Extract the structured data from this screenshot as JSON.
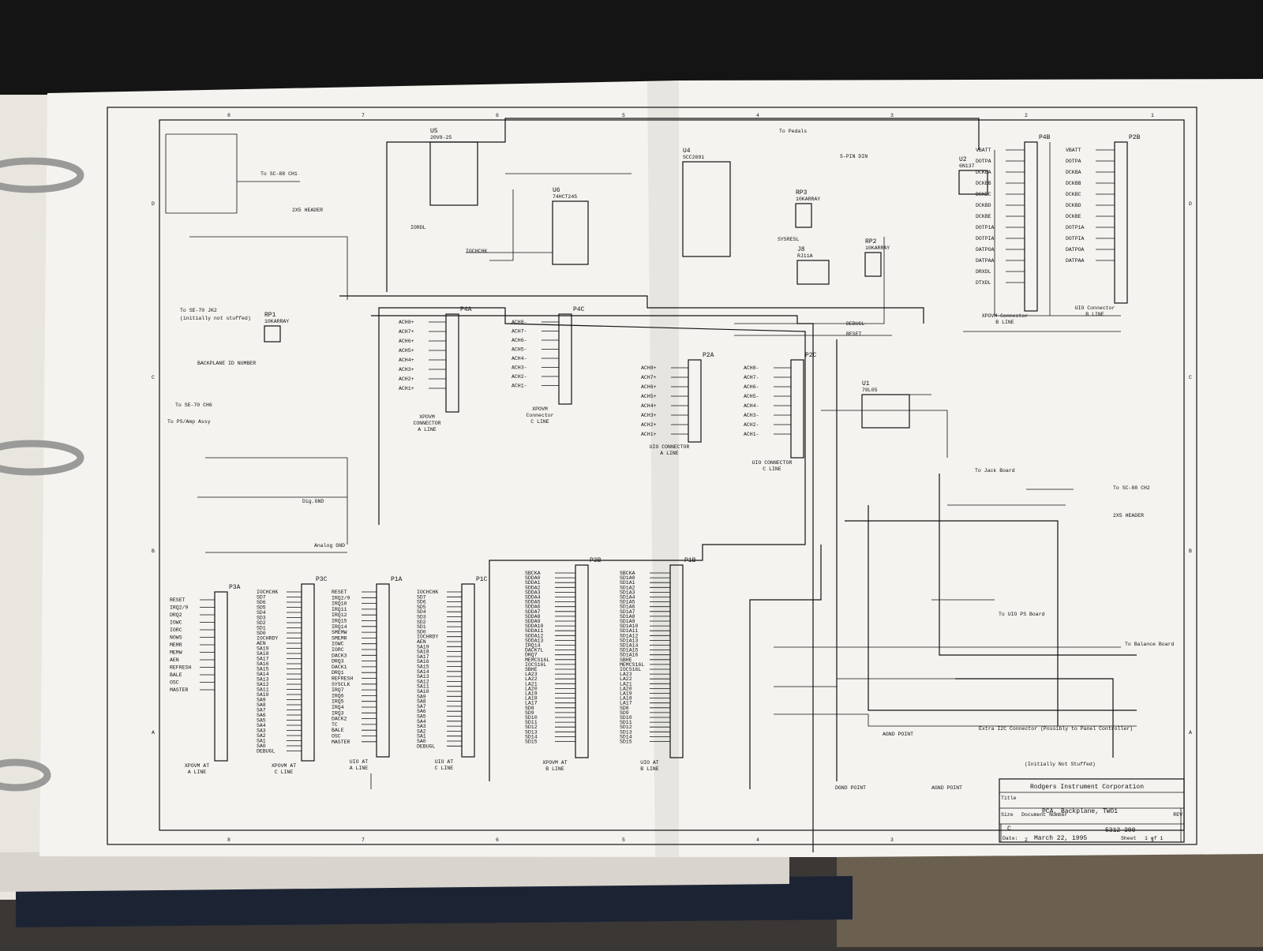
{
  "title_block": {
    "company": "Rodgers Instrument Corporation",
    "title_label": "Title",
    "title": "PCA, Backplane, TWO1",
    "size_label": "Size",
    "size": "C",
    "docnum_label": "Document Number",
    "docnum": "5312-300",
    "rev_label": "REV",
    "date_label": "Date:",
    "date": "March 22, 1995",
    "sheet_label": "Sheet",
    "sheet": "1  of  1"
  },
  "border": {
    "top_zones": [
      "8",
      "7",
      "6",
      "5",
      "4",
      "3",
      "2",
      "1"
    ],
    "side_zones": [
      "D",
      "C",
      "B",
      "A"
    ]
  },
  "connectors": [
    {
      "ref": "P3A",
      "caption": "XPOVM AT\nA LINE",
      "pins": [
        "RESET",
        "IRQ2/9",
        "DRQ2",
        "IOWC",
        "IORC",
        "NOWS",
        "MEMR",
        "MEMW",
        "AEN",
        "REFRESH",
        "BALE",
        "OSC",
        "MASTER"
      ]
    },
    {
      "ref": "P3C",
      "caption": "XPOVM AT\nC LINE",
      "pins": [
        "IOCHCHK",
        "SD7",
        "SD6",
        "SD5",
        "SD4",
        "SD3",
        "SD2",
        "SD1",
        "SD0",
        "IOCHRDY",
        "AEN",
        "SA19",
        "SA18",
        "SA17",
        "SA16",
        "SA15",
        "SA14",
        "SA13",
        "SA12",
        "SA11",
        "SA10",
        "SA9",
        "SA8",
        "SA7",
        "SA6",
        "SA5",
        "SA4",
        "SA3",
        "SA2",
        "SA1",
        "SA0",
        "DEBUGL"
      ]
    },
    {
      "ref": "P1A",
      "caption": "UIO AT\nA LINE",
      "pins": [
        "RESET",
        "IRQ2/9",
        "IRQ10",
        "IRQ11",
        "IRQ12",
        "IRQ15",
        "IRQ14",
        "SMEMW",
        "SMEMR",
        "IOWC",
        "IORC",
        "DACK3",
        "DRQ3",
        "DACK1",
        "DRQ1",
        "REFRESH",
        "SYSCLK",
        "IRQ7",
        "IRQ6",
        "IRQ5",
        "IRQ4",
        "IRQ3",
        "DACK2",
        "TC",
        "BALE",
        "OSC",
        "MASTER"
      ]
    },
    {
      "ref": "P1C",
      "caption": "UIO AT\nC LINE",
      "pins": [
        "IOCHCHK",
        "SD7",
        "SD6",
        "SD5",
        "SD4",
        "SD3",
        "SD2",
        "SD1",
        "SD0",
        "IOCHRDY",
        "AEN",
        "SA19",
        "SA18",
        "SA17",
        "SA16",
        "SA15",
        "SA14",
        "SA13",
        "SA12",
        "SA11",
        "SA10",
        "SA9",
        "SA8",
        "SA7",
        "SA6",
        "SA5",
        "SA4",
        "SA3",
        "SA2",
        "SA1",
        "SA0",
        "DEBUGL"
      ]
    },
    {
      "ref": "P3B",
      "caption": "XPOVM AT\nB LINE",
      "pins": [
        "SBCKA",
        "SDDA0",
        "SDDA1",
        "SDDA2",
        "SDDA3",
        "SDDA4",
        "SDDA5",
        "SDDA6",
        "SDDA7",
        "SDDA8",
        "SDDA9",
        "SDDA10",
        "SDDA11",
        "SDDA12",
        "SDDA13",
        "IRQ14",
        "DACK7L",
        "DRQ7",
        "MEMCS16L",
        "IOCS16L",
        "SBHE",
        "LA23",
        "LA22",
        "LA21",
        "LA20",
        "LA19",
        "LA18",
        "LA17",
        "SD8",
        "SD9",
        "SD10",
        "SD11",
        "SD12",
        "SD13",
        "SD14",
        "SD15"
      ]
    },
    {
      "ref": "P1B",
      "caption": "UIO AT\nB LINE",
      "pins": [
        "SBCKA",
        "SD1A0",
        "SD1A1",
        "SD1A2",
        "SD1A3",
        "SD1A4",
        "SD1A5",
        "SD1A6",
        "SD1A7",
        "SD1A8",
        "SD1A9",
        "SD1A10",
        "SD1A11",
        "SD1A12",
        "SD1A13",
        "SD1A14",
        "SD1A15",
        "SD1A16",
        "SBHE",
        "MEMCS16L",
        "IOCS16L",
        "LA23",
        "LA22",
        "LA21",
        "LA20",
        "LA19",
        "LA18",
        "LA17",
        "SD8",
        "SD9",
        "SD10",
        "SD11",
        "SD12",
        "SD13",
        "SD14",
        "SD15"
      ]
    },
    {
      "ref": "P4A",
      "caption": "XPOVM\nCONNECTOR\nA LINE",
      "pins": [
        "ACH8+",
        "ACH7+",
        "ACH6+",
        "ACH5+",
        "ACH4+",
        "ACH3+",
        "ACH2+",
        "ACH1+"
      ]
    },
    {
      "ref": "P4C",
      "caption": "XPOVM\nConnector\nC LINE",
      "pins": [
        "ACH8-",
        "ACH7-",
        "ACH6-",
        "ACH5-",
        "ACH4-",
        "ACH3-",
        "ACH2-",
        "ACH1-"
      ]
    },
    {
      "ref": "P2A",
      "caption": "UIO CONNECTOR\nA LINE",
      "pins": [
        "ACH8+",
        "ACH7+",
        "ACH6+",
        "ACH5+",
        "ACH4+",
        "ACH3+",
        "ACH2+",
        "ACH1+"
      ]
    },
    {
      "ref": "P2C",
      "caption": "UIO CONNECTOR\nC LINE",
      "pins": [
        "ACH8-",
        "ACH7-",
        "ACH6-",
        "ACH5-",
        "ACH4-",
        "ACH3-",
        "ACH2-",
        "ACH1-"
      ]
    },
    {
      "ref": "P4B",
      "caption": "XPOVM Connector\nB LINE",
      "pins": [
        "VBATT",
        "DOTPA",
        "DCKBA",
        "DCKBB",
        "DCKBC",
        "DCKBD",
        "DCKBE",
        "DOTP1A",
        "DOTPIA",
        "DATPOA",
        "DATPAA",
        "DRXDL",
        "DTXDL"
      ]
    },
    {
      "ref": "P2B",
      "caption": "UIO Connector\nB LINE",
      "pins": [
        "VBATT",
        "DOTPA",
        "DCKBA",
        "DCKBB",
        "DCKBC",
        "DCKBD",
        "DCKBE",
        "DOTP1A",
        "DOTPIA",
        "DATPOA",
        "DATPAA"
      ]
    }
  ],
  "chips": [
    {
      "ref": "U5",
      "part": "20V8-25"
    },
    {
      "ref": "U6",
      "part": "74HCT245"
    },
    {
      "ref": "U4",
      "part": "SCC2691"
    },
    {
      "ref": "U1",
      "part": "78L05"
    },
    {
      "ref": "U2",
      "part": "6N137"
    },
    {
      "ref": "RP3",
      "part": "10KARRAY"
    },
    {
      "ref": "RP2",
      "part": "10KARRAY"
    },
    {
      "ref": "RP1",
      "part": "10KARRAY"
    },
    {
      "ref": "J8",
      "part": "RJ11A"
    }
  ],
  "notes": [
    "To SC-88 CH1",
    "2X5 HEADER",
    "To SE-70 JK2",
    "(initially not stuffed)",
    "BACKPLANE ID NUMBER",
    "To SE-70 CH6",
    "To PS/Amp Assy",
    "Dig.GND",
    "Analog GND",
    "To Pedals",
    "5-PIN DIN",
    "To Jack Board",
    "To SC-88 CH2",
    "2X5 HEADER",
    "To UIO PS Board",
    "To Balance Board",
    "Extra I2C Connector (Possibly to Panel Controller)",
    "(Initially Not Stuffed)",
    "AGND POINT",
    "DGND POINT",
    "AGND POINT",
    "DEBUGL",
    "RESET",
    "SYSRESL",
    "IOCHCHK",
    "IORDL"
  ]
}
